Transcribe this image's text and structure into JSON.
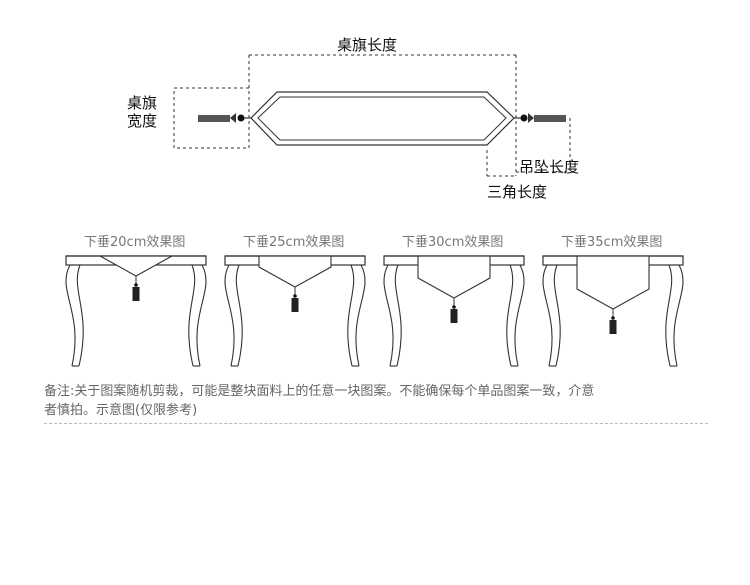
{
  "labels": {
    "runner_length": "桌旗长度",
    "runner_width_line1": "桌旗",
    "runner_width_line2": "宽度",
    "pendant_length": "吊坠长度",
    "triangle_length": "三角长度"
  },
  "drop_examples": [
    {
      "caption": "下垂20cm效果图",
      "drop_cm": 20
    },
    {
      "caption": "下垂25cm效果图",
      "drop_cm": 25
    },
    {
      "caption": "下垂30cm效果图",
      "drop_cm": 30
    },
    {
      "caption": "下垂35cm效果图",
      "drop_cm": 35
    }
  ],
  "note": {
    "line1": "备注:关于图案随机剪裁，可能是整块面料上的任意一块图案。不能确保每个单品图案一致，介意",
    "line2": "者慎拍。示意图(仅限参考)"
  }
}
